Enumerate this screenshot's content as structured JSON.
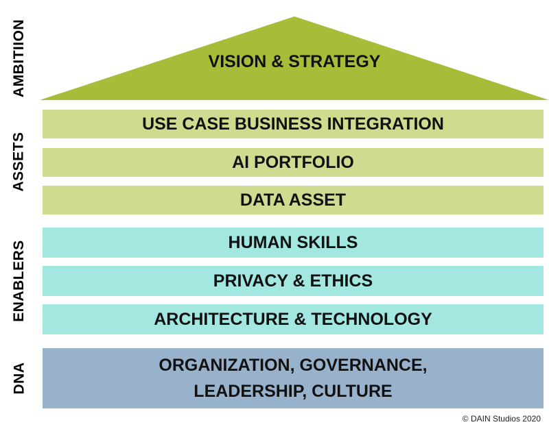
{
  "side_labels": {
    "ambition": "AMBITIION",
    "assets": "ASSETS",
    "enablers": "ENABLERS",
    "dna": "DNA"
  },
  "roof": {
    "label": "VISION & STRATEGY",
    "color": "#a8bc3a"
  },
  "assets": {
    "color": "#cfdb8e",
    "layers": [
      "USE CASE BUSINESS INTEGRATION",
      "AI PORTFOLIO",
      "DATA ASSET"
    ]
  },
  "enablers": {
    "color": "#a2e7e0",
    "layers": [
      "HUMAN SKILLS",
      "PRIVACY & ETHICS",
      "ARCHITECTURE & TECHNOLOGY"
    ]
  },
  "dna": {
    "color": "#98b2cc",
    "line1": "ORGANIZATION, GOVERNANCE,",
    "line2": "LEADERSHIP, CULTURE"
  },
  "copyright": "© DAIN Studios 2020"
}
